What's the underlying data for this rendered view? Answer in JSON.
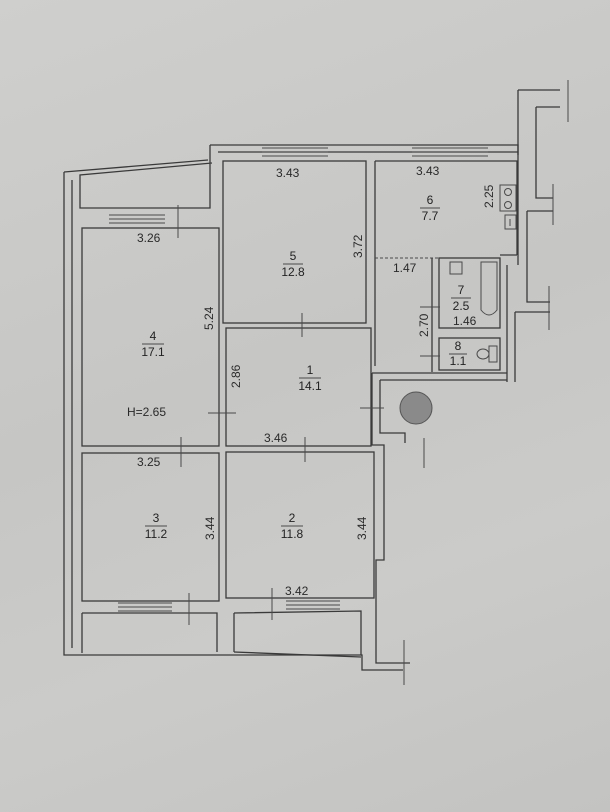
{
  "plan": {
    "ceiling_height": "H=2.65",
    "rooms": [
      {
        "number": "1",
        "area": "14.1"
      },
      {
        "number": "2",
        "area": "11.8"
      },
      {
        "number": "3",
        "area": "11.2"
      },
      {
        "number": "4",
        "area": "17.1"
      },
      {
        "number": "5",
        "area": "12.8"
      },
      {
        "number": "6",
        "area": "7.7"
      },
      {
        "number": "7",
        "area": "2.5"
      },
      {
        "number": "8",
        "area": "1.1"
      }
    ],
    "dimensions": {
      "room5_top": "3.43",
      "room5_side": "3.72",
      "room6_top": "3.43",
      "room6_side": "2.25",
      "corridor_width": "1.47",
      "bath_side": "2.70",
      "bath_width": "1.46",
      "room4_top": "3.26",
      "room4_side": "5.24",
      "room1_side": "2.86",
      "room1_bottom": "3.46",
      "room3_top": "3.25",
      "room3_side": "3.44",
      "room2_side": "3.44",
      "room2_bottom": "3.42"
    },
    "fixtures": [
      "stove-icon",
      "sink-icon",
      "bathtub-icon",
      "toilet-icon",
      "riser-icon"
    ]
  }
}
